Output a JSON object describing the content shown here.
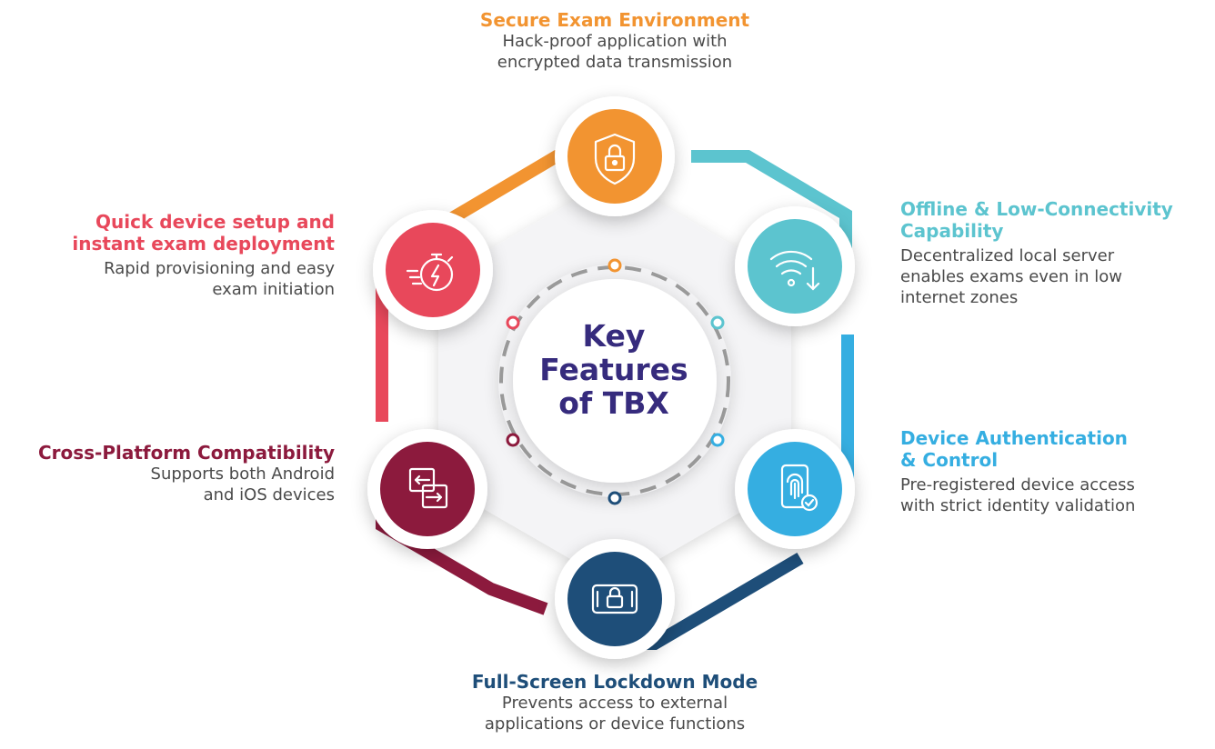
{
  "center": {
    "line1": "Key",
    "line2": "Features",
    "line3": "of TBX"
  },
  "features": {
    "secure": {
      "title": "Secure Exam Environment",
      "desc1": "Hack-proof application with",
      "desc2": "encrypted data transmission",
      "color": "#f29431",
      "icon": "shield-lock-icon"
    },
    "offline": {
      "title1": "Offline & Low-Connectivity",
      "title2": "Capability",
      "desc1": "Decentralized local server",
      "desc2": "enables exams even in low",
      "desc3": "internet zones",
      "color": "#5cc4cf",
      "icon": "wifi-download-icon"
    },
    "device_auth": {
      "title1": "Device Authentication",
      "title2": "& Control",
      "desc1": "Pre-registered device access",
      "desc2": "with strict identity validation",
      "color": "#35aee1",
      "icon": "fingerprint-phone-icon"
    },
    "lockdown": {
      "title": "Full-Screen Lockdown Mode",
      "desc1": "Prevents access to external",
      "desc2": "applications or device functions",
      "color": "#1e4e79",
      "icon": "lock-screen-icon"
    },
    "cross_platform": {
      "title": "Cross-Platform Compatibility",
      "desc1": "Supports both Android",
      "desc2": "and iOS devices",
      "color": "#8c1a3d",
      "icon": "arrows-swap-icon"
    },
    "quick_setup": {
      "title1": "Quick device setup and",
      "title2": "instant exam deployment",
      "desc1": "Rapid provisioning and easy",
      "desc2": "exam initiation",
      "color": "#e8485b",
      "icon": "stopwatch-icon"
    }
  }
}
